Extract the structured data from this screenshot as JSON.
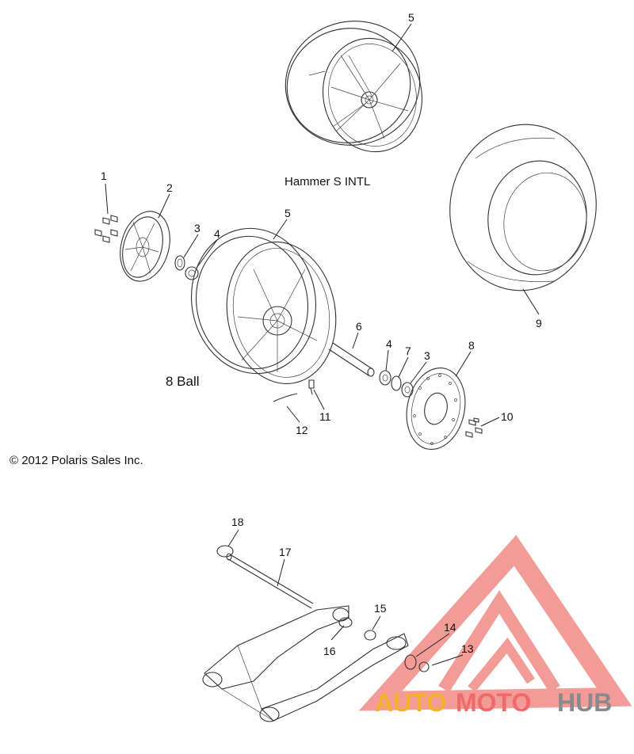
{
  "diagram": {
    "variant_labels": {
      "top": "Hammer S INTL",
      "middle": "8 Ball"
    },
    "copyright": "© 2012 Polaris Sales Inc.",
    "callouts": [
      "1",
      "2",
      "3",
      "4",
      "5",
      "5",
      "6",
      "4",
      "7",
      "3",
      "8",
      "9",
      "10",
      "11",
      "12",
      "17",
      "18",
      "15",
      "16",
      "14",
      "13"
    ]
  },
  "watermark": {
    "part1": "AUTO",
    "part2": "MOTO",
    "part3": "HUB",
    "colors": {
      "auto": "#f2b32a",
      "moto": "#ef6a6a",
      "hub": "#8a8a8a",
      "triangle": "#f08a86"
    }
  }
}
